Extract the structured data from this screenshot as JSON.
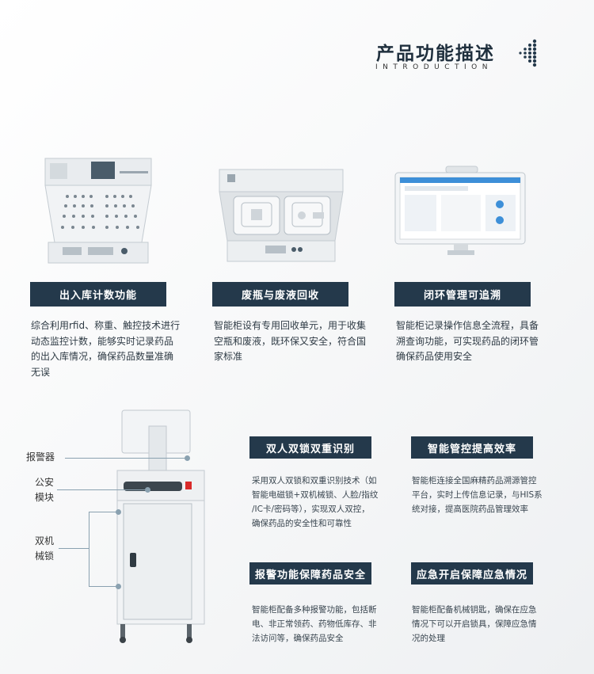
{
  "header": {
    "title": "产品功能描述",
    "subtitle": "INTRODUCTION"
  },
  "features_top": [
    {
      "title": "出入库计数功能",
      "desc": [
        "综合利用rfid、称重、触控技术进行",
        "动态监控计数，能够实时记录药品",
        "的出入库情况，确保药品数量准确",
        "无误"
      ]
    },
    {
      "title": "废瓶与废液回收",
      "desc": [
        "智能柜设有专用回收单元，用于收集",
        "空瓶和废液，既环保又安全，符合国",
        "家标准"
      ]
    },
    {
      "title": "闭环管理可追溯",
      "desc": [
        "智能柜记录操作信息全流程，具备",
        "溯查询功能，可实现药品的闭环管",
        "确保药品使用安全"
      ]
    }
  ],
  "cabinet_labels": {
    "alarm": "报警器",
    "police": [
      "公安",
      "模块"
    ],
    "lock": [
      "双机",
      "械锁"
    ]
  },
  "features_bottom": [
    {
      "title": "双人双锁双重识别",
      "desc": [
        "采用双人双锁和双重识别技术（如",
        "智能电磁锁+双机械锁、人脸/指纹",
        "/IC卡/密码等），实现双人双控，",
        "确保药品的安全性和可靠性"
      ]
    },
    {
      "title": "智能管控提高效率",
      "desc": [
        "智能柜连接全国麻精药品溯源管控",
        "平台，实时上传信息记录，与HIS系",
        "统对接，提高医院药品管理效率"
      ]
    },
    {
      "title": "报警功能保障药品安全",
      "desc": [
        "智能柜配备多种报警功能，包括断",
        "电、非正常领药、药物低库存、非",
        "法访问等，确保药品安全"
      ]
    },
    {
      "title": "应急开启保障应急情况",
      "desc": [
        "智能柜配备机械钥匙，确保在应急",
        "情况下可以开启锁具，保障应急情",
        "况的处理"
      ]
    }
  ],
  "colors": {
    "tag_bg": "#24394b",
    "accent": "#3d8fd8"
  }
}
